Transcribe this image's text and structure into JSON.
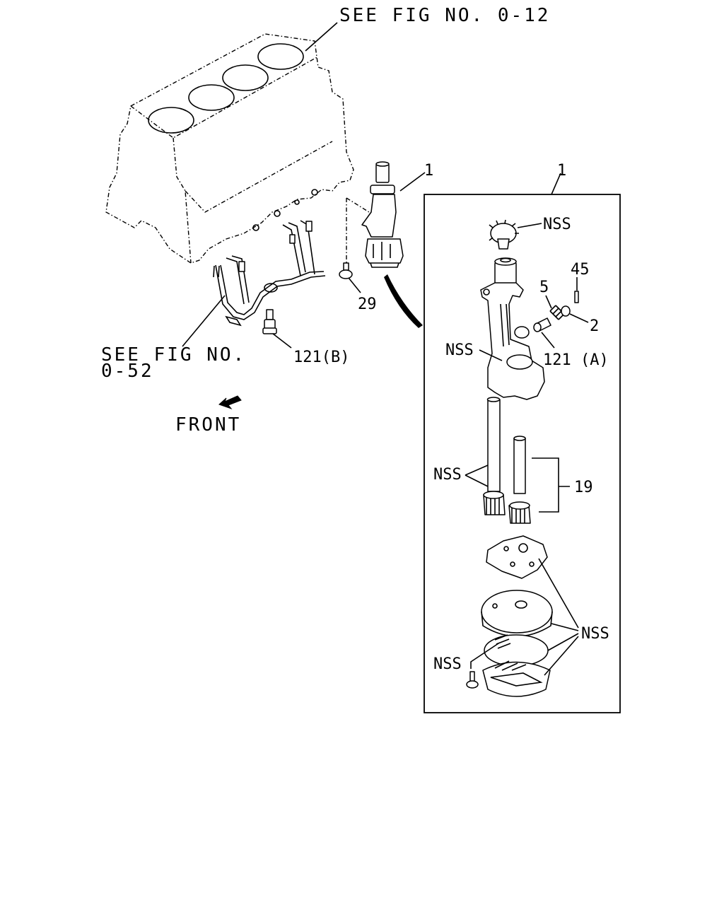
{
  "references": {
    "block": "SEE FIG NO. 0-12",
    "pipe_line1": "SEE FIG NO.",
    "pipe_line2": "0-52"
  },
  "direction": "FRONT",
  "callouts": {
    "pump_assy": "1",
    "bolt_main": "29",
    "union_b": "121(B)",
    "box_assy": "1",
    "drive_gear": "NSS",
    "pin": "45",
    "spring": "5",
    "ring": "2",
    "body": "NSS",
    "union_a": "121 (A)",
    "gears": "NSS",
    "gear_set": "19",
    "cover_parts": "NSS",
    "screw": "NSS"
  },
  "icons": [
    "front-arrow-icon"
  ]
}
